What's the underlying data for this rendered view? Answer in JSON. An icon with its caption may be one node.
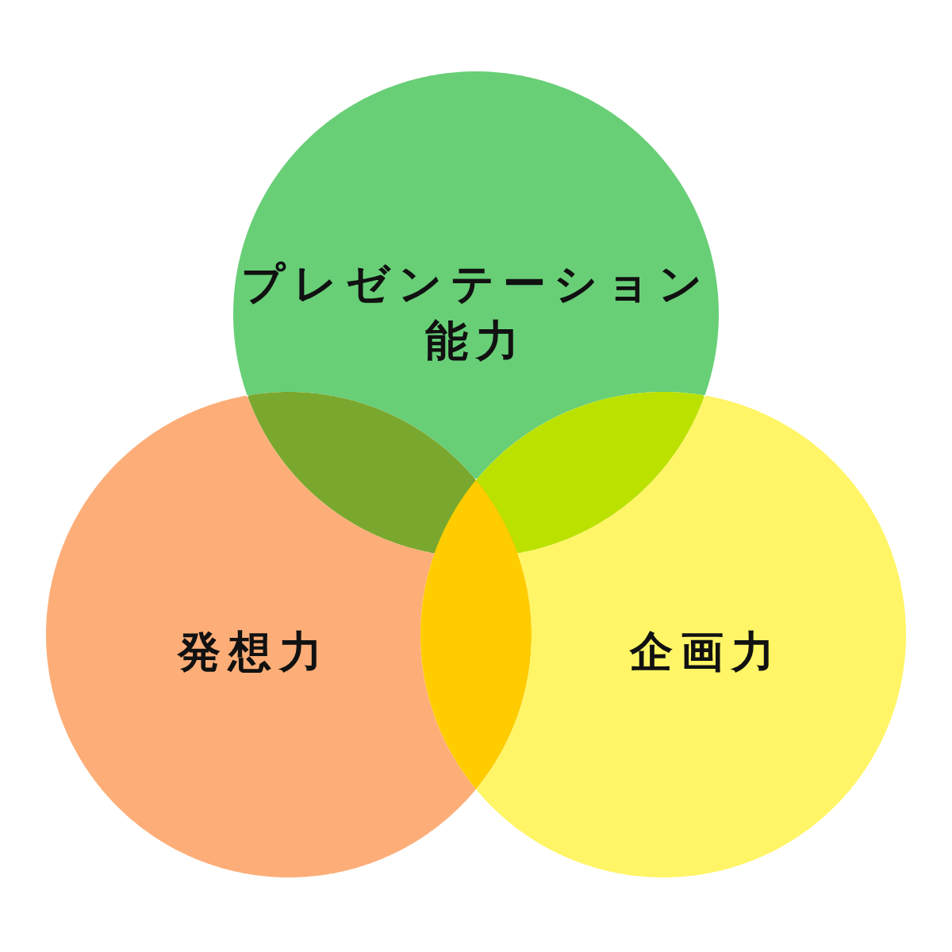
{
  "diagram": {
    "nodes": [
      {
        "text": [
          "プレゼンテーション能力"
        ]
      },
      {
        "text": [
          "発想力"
        ]
      },
      {
        "text": [
          "企画力"
        ]
      }
    ]
  }
}
